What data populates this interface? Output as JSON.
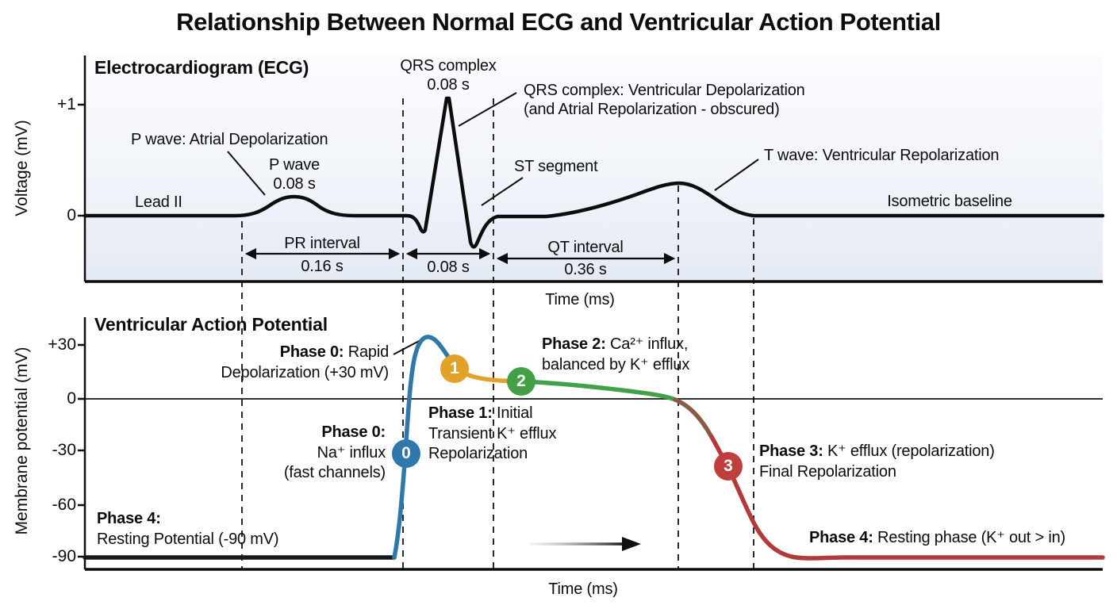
{
  "title": "Relationship Between Normal ECG and Ventricular Action Potential",
  "colors": {
    "trace_black": "#0d0d0d",
    "blue": "#2e78ab",
    "orange": "#e2a127",
    "green": "#42a047",
    "red": "#b23a38",
    "brown_transition": "#8a5a45",
    "resting_dark": "#15181d",
    "panel_gradient_bottom": "#e4eaf4"
  },
  "ecg": {
    "panel_title": "Electrocardiogram (ECG)",
    "y_axis_label": "Voltage (mV)",
    "y_ticks": [
      "+1",
      "0"
    ],
    "lead_label": "Lead II",
    "p_wave_annotation": "P wave: Atrial Depolarization",
    "p_wave_line1": "P wave",
    "p_wave_line2": "0.08 s",
    "qrs_label_line1": "QRS complex",
    "qrs_label_line2": "0.08 s",
    "qrs_annotation_line1": "QRS complex: Ventricular Depolarization",
    "qrs_annotation_line2": "(and Atrial Repolarization - obscured)",
    "st_segment_label": "ST segment",
    "t_wave_annotation": "T wave: Ventricular Repolarization",
    "baseline_label": "Isometric baseline",
    "pr_interval_label": "PR interval",
    "pr_interval_value": "0.16 s",
    "qrs_interval_value": "0.08 s",
    "qt_interval_label": "QT interval",
    "qt_interval_value": "0.36 s",
    "x_axis_label": "Time (ms)"
  },
  "ap": {
    "panel_title": "Ventricular Action Potential",
    "y_axis_label": "Membrane potential (mV)",
    "y_ticks": [
      "+30",
      "0",
      "-30",
      "-60",
      "-90"
    ],
    "x_axis_label": "Time (ms)",
    "markers": [
      "0",
      "1",
      "2",
      "3"
    ],
    "phase0_rapid": {
      "bold": "Phase 0:",
      "rest": " Rapid",
      "line2": "Depolarization (+30 mV)"
    },
    "phase0_na": {
      "bold": "Phase 0:",
      "line2": "Na⁺ influx",
      "line3": "(fast channels)"
    },
    "phase1": {
      "bold": "Phase 1:",
      "rest": " Initial",
      "line2": "Transient K⁺ efflux",
      "line3": "Repolarization"
    },
    "phase2": {
      "bold": "Phase 2:",
      "rest": " Ca²⁺ influx,",
      "line2": "balanced by K⁺ efflux"
    },
    "phase3": {
      "bold": "Phase 3:",
      "rest": " K⁺ efflux (repolarization)",
      "line2": "Final Repolarization"
    },
    "phase4_left": {
      "bold": "Phase 4:",
      "line2": "Resting Potential (-90 mV)"
    },
    "phase4_right": {
      "bold": "Phase 4:",
      "rest": " Resting phase (K⁺ out > in)"
    }
  }
}
